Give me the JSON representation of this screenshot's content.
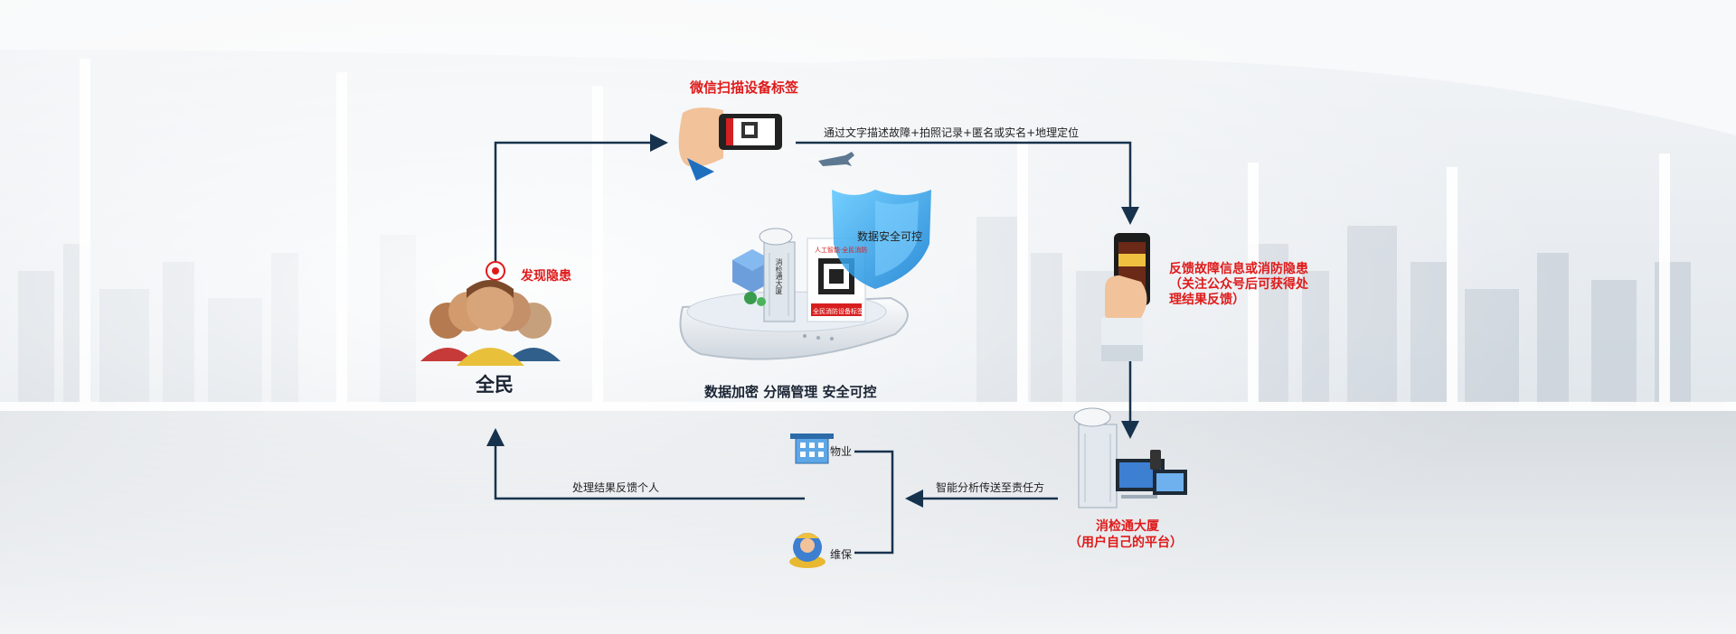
{
  "diagram": {
    "wechat_scan_label": "微信扫描设备标签",
    "describe_label": "通过文字描述故障+拍照记录+匿名或实名+地理定位",
    "discover_label": "发现隐患",
    "public_label": "全民",
    "security_badge": "数据安全可控",
    "security_caption": "数据加密 分隔管理 安全可控",
    "feedback_line1": "反馈故障信息或消防隐患",
    "feedback_line2": "（关注公众号后可获得处",
    "feedback_line3": "理结果反馈）",
    "platform_name": "消检通大厦",
    "platform_sub": "（用户自己的平台）",
    "analysis_label": "智能分析传送至责任方",
    "result_label": "处理结果反馈个人",
    "property_label": "物业",
    "maintenance_label": "维保",
    "tablet_top_text": "人工智能·全民消防",
    "tablet_button_text": "全民消防设备标签",
    "building_text": "消检通大厦"
  },
  "colors": {
    "flow": "#17324d",
    "highlight": "#e01a1a",
    "shield": "#1e9be6"
  }
}
